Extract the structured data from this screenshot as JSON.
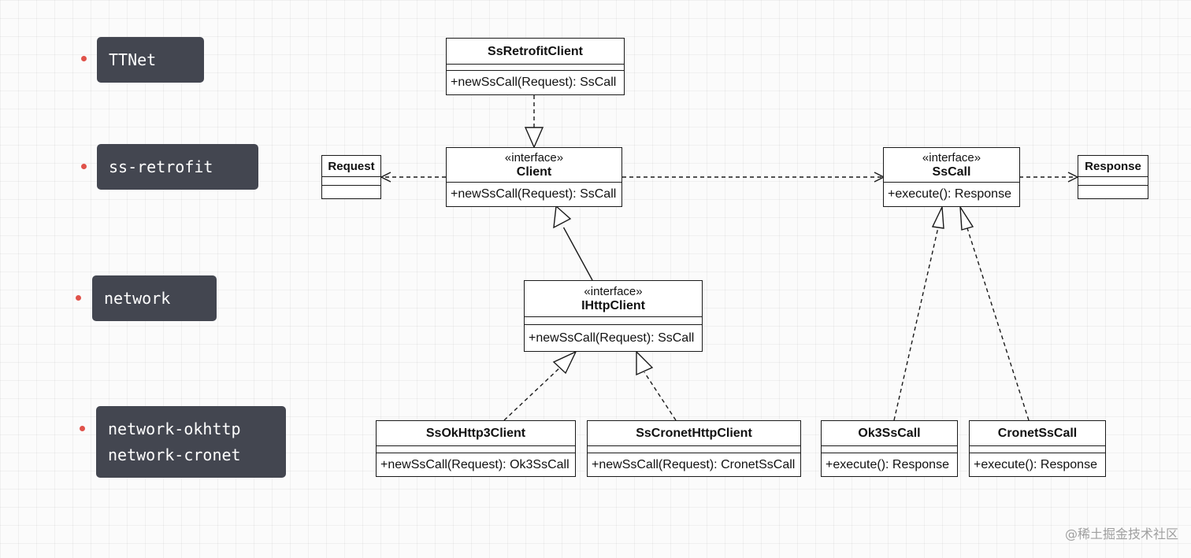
{
  "modules": [
    {
      "lines": [
        "TTNet"
      ]
    },
    {
      "lines": [
        "ss-retrofit"
      ]
    },
    {
      "lines": [
        "network"
      ]
    },
    {
      "lines": [
        "network-okhttp",
        "network-cronet"
      ]
    }
  ],
  "classes": {
    "ss_retrofit_client": {
      "name": "SsRetrofitClient",
      "op": "+newSsCall(Request): SsCall"
    },
    "client": {
      "stereotype": "«interface»",
      "name": "Client",
      "op": "+newSsCall(Request): SsCall"
    },
    "request": {
      "name": "Request"
    },
    "ss_call": {
      "stereotype": "«interface»",
      "name": "SsCall",
      "op": "+execute(): Response"
    },
    "response": {
      "name": "Response"
    },
    "ihttp_client": {
      "stereotype": "«interface»",
      "name": "IHttpClient",
      "op": "+newSsCall(Request): SsCall"
    },
    "ss_okhttp3_client": {
      "name": "SsOkHttp3Client",
      "op": "+newSsCall(Request): Ok3SsCall"
    },
    "ss_cronet_http_client": {
      "name": "SsCronetHttpClient",
      "op": "+newSsCall(Request): CronetSsCall"
    },
    "ok3_ss_call": {
      "name": "Ok3SsCall",
      "op": "+execute(): Response"
    },
    "cronet_ss_call": {
      "name": "CronetSsCall",
      "op": "+execute(): Response"
    }
  },
  "watermark": "@稀土掘金技术社区",
  "colors": {
    "tag_background": "#434650",
    "bullet": "#e0524a",
    "line": "#1a1a1a"
  }
}
